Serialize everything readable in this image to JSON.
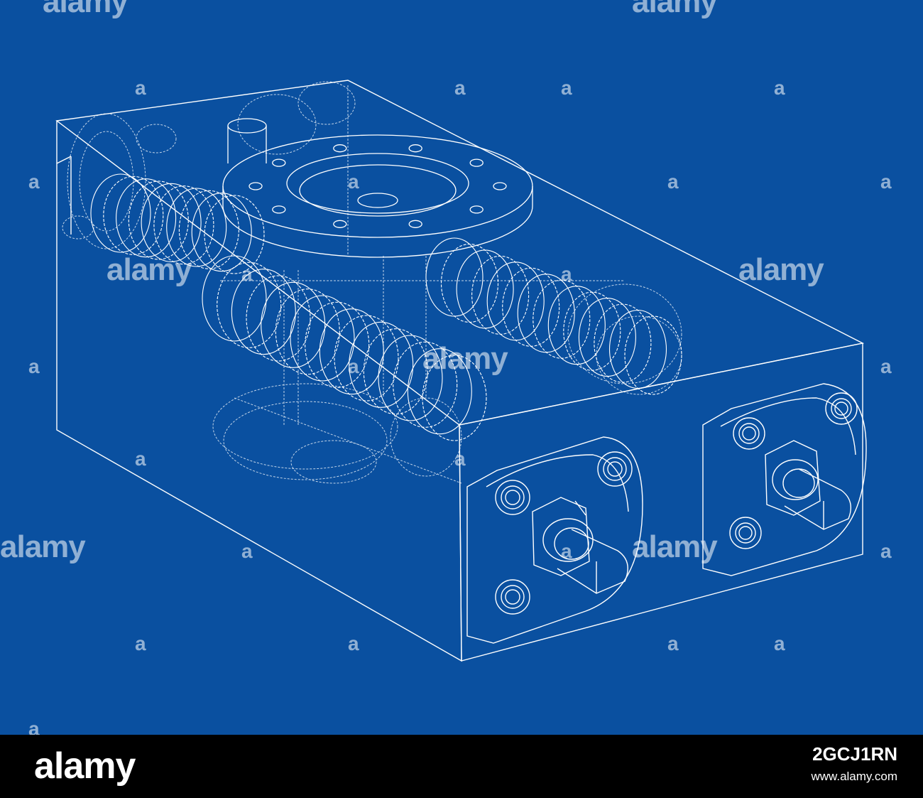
{
  "colors": {
    "background": "#0a50a0",
    "line": "#ffffff",
    "footer": "#000000"
  },
  "watermark": {
    "text": "alamy",
    "a_mark": "a"
  },
  "footer": {
    "logo": "alamy",
    "image_id": "2GCJ1RN",
    "url": "www.alamy.com"
  }
}
